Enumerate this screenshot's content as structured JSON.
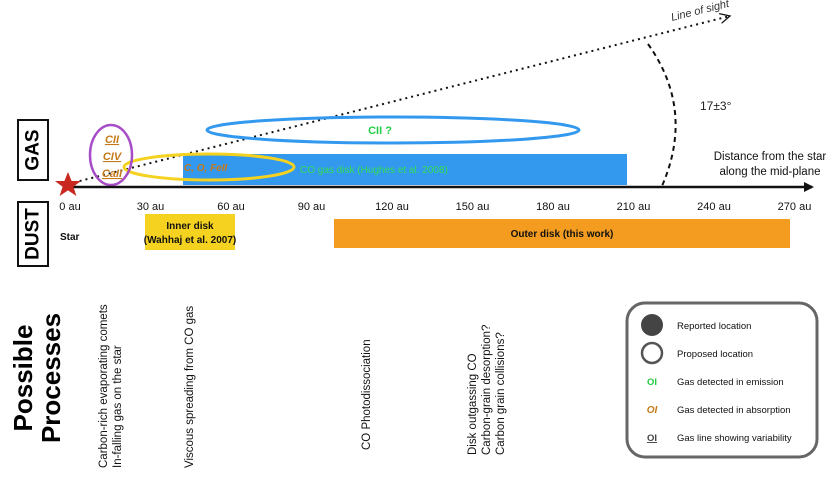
{
  "labels": {
    "gas": "GAS",
    "dust": "DUST",
    "possible_processes_line1": "Possible",
    "possible_processes_line2": "Processes",
    "line_of_sight": "Line of sight",
    "angle": "17±3°",
    "distance_line1": "Distance from the star",
    "distance_line2": "along the mid-plane",
    "star": "Star"
  },
  "axis": {
    "ticks": [
      "0 au",
      "30 au",
      "60 au",
      "90 au",
      "120 au",
      "150 au",
      "180 au",
      "210 au",
      "240 au",
      "270 au"
    ]
  },
  "gas": {
    "cii_ring": "CII ?",
    "ca_species": [
      "CII",
      "CIV",
      "CaII"
    ],
    "inner_species": "C, O, FeII",
    "co_disk": "CO gas disk (Hughes et al. 2008)"
  },
  "dust": {
    "inner_disk_line1": "Inner disk",
    "inner_disk_line2": "(Wahhaj et al. 2007)",
    "outer_disk": "Outer disk  (this work)"
  },
  "processes": [
    {
      "lines": [
        "Carbon-rich evaporating comets",
        "In-falling gas on the star"
      ]
    },
    {
      "lines": [
        "Viscous spreading from CO gas"
      ]
    },
    {
      "lines": [
        "CO Photodissociation"
      ]
    },
    {
      "lines": [
        "Disk outgassing CO",
        "Carbon-grain desorption?",
        "Carbon grain collisions?"
      ]
    }
  ],
  "legend": {
    "reported": "Reported location",
    "proposed": "Proposed location",
    "emission_symbol": "OI",
    "emission": "Gas detected in emission",
    "absorption_symbol": "OI",
    "absorption": "Gas detected in absorption",
    "variability_symbol": "OI",
    "variability": "Gas line showing variability"
  },
  "colors": {
    "blue": "#3399ee",
    "orange": "#f39c1f",
    "yellow": "#f5d21f",
    "purple": "#a64dc7",
    "green": "#22cc44",
    "brown_orange": "#c77a1a",
    "star": "#c8281e"
  }
}
